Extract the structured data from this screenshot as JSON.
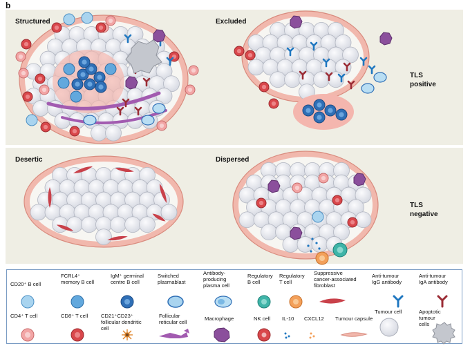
{
  "panel_letter": "b",
  "subpanels": {
    "structured": "Structured",
    "excluded": "Excluded",
    "desertic": "Desertic",
    "dispersed": "Dispersed"
  },
  "side_labels": {
    "tls_positive_1": "TLS",
    "tls_positive_2": "positive",
    "tls_negative_1": "TLS",
    "tls_negative_2": "negative"
  },
  "legend": {
    "cd20": "CD20⁺ B cell",
    "fcrl4_1": "FCRL4⁺",
    "fcrl4_2": "memory B cell",
    "igm_1": "IgM⁺ germinal",
    "igm_2": "centre B cell",
    "switched_1": "Switched",
    "switched_2": "plasmablast",
    "antibody_1": "Antibody-",
    "antibody_2": "producing",
    "antibody_3": "plasma cell",
    "regb_1": "Regulatory",
    "regb_2": "B cell",
    "regt_1": "Regulatory",
    "regt_2": "T cell",
    "caf_1": "Suppressive",
    "caf_2": "cancer-associated",
    "caf_3": "fibroblast",
    "igg_1": "Anti-tumour",
    "igg_2": "IgG antibody",
    "iga_1": "Anti-tumour",
    "iga_2": "IgA antibody",
    "cd4": "CD4⁺ T cell",
    "cd8": "CD8⁺ T cell",
    "fdc_1": "CD21⁺CD23⁺",
    "fdc_2": "follicular dendritic",
    "fdc_3": "cell",
    "frc_1": "Follicular",
    "frc_2": "reticular cell",
    "macrophage": "Macrophage",
    "nk": "NK cell",
    "il10": "IL-10",
    "cxcl12": "CXCL12",
    "capsule": "Tumour capsule",
    "tumour_cell": "Tumour cell",
    "apoptotic_1": "Apoptotic",
    "apoptotic_2": "tumour",
    "apoptotic_3": "cells"
  },
  "colors": {
    "panel_bg": "#efeee4",
    "capsule": "#f1b8ad",
    "tumour_cell": "#e6e8ef",
    "b_cell": "#a9d4ef",
    "memory_b": "#62a8dd",
    "gc_b": "#2f6fb6",
    "plasma": "#b9def3",
    "cd4": "#f2a5a5",
    "cd8": "#d9474b",
    "macrophage": "#8b4f9c",
    "frc": "#a25bb0",
    "igg": "#1f77c0",
    "iga": "#9b2c35",
    "reg_b": "#3fb4a8",
    "reg_t": "#f3a05a",
    "caf": "#c9414a",
    "apoptotic": "#c4c7ce",
    "legend_border": "#7a9cc4"
  }
}
